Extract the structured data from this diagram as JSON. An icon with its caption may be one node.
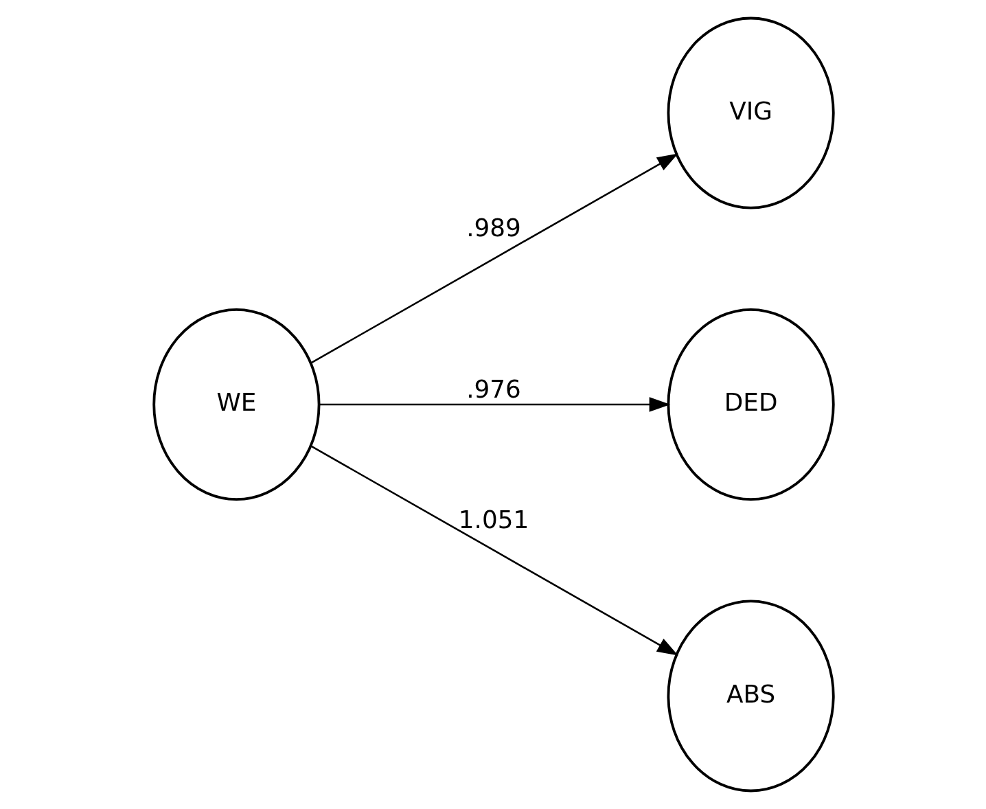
{
  "diagram": {
    "nodes": [
      {
        "text": [
          "WE"
        ]
      },
      {
        "text": [
          "VIG"
        ]
      },
      {
        "text": [
          "DED"
        ]
      },
      {
        "text": [
          "ABS"
        ]
      }
    ],
    "edges": [
      {
        "from": 0,
        "to": 1,
        "arrow": "to",
        "label": ".989"
      },
      {
        "from": 0,
        "to": 2,
        "arrow": "to",
        "label": ".976"
      },
      {
        "from": 0,
        "to": 3,
        "arrow": "to",
        "label": "1.051"
      }
    ]
  }
}
